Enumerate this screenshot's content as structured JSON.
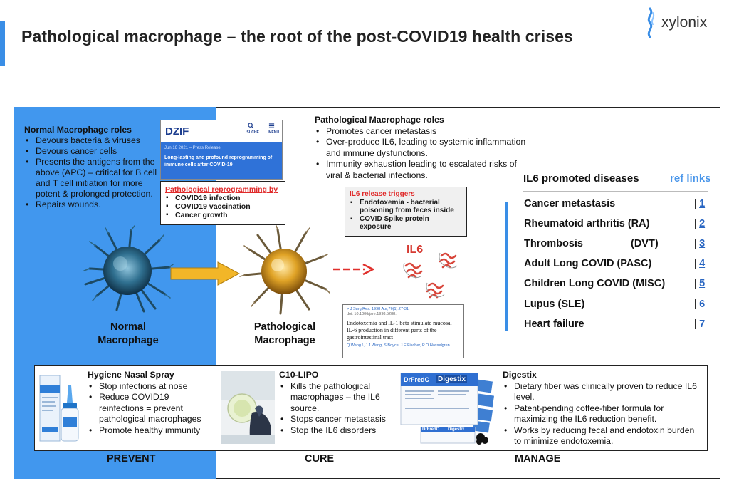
{
  "header": {
    "title": "Pathological macrophage – the root of the post-COVID19 health crises",
    "brand": "xylonix"
  },
  "normal_roles": {
    "heading": "Normal Macrophage roles",
    "items": [
      "Devours bacteria & viruses",
      "Devours cancer cells",
      "Presents the antigens from the above (APC) – critical for B cell and T cell initiation for more potent & prolonged protection.",
      "Repairs wounds."
    ]
  },
  "dzif": {
    "logo": "DZIF",
    "nav_search": "SUCHE",
    "nav_menu": "MENÜ",
    "date": "Jun 16 2021 – Press Release",
    "headline": "Long-lasting and profound reprogramming of immune cells after COVID-19"
  },
  "reprogramming": {
    "heading": "Pathological reprogramming by",
    "items": [
      "COVID19 infection",
      "COVID19 vaccination",
      "Cancer growth"
    ]
  },
  "macrophages": {
    "normal": "Normal Macrophage",
    "pathological": "Pathological Macrophage"
  },
  "patho_roles": {
    "heading": "Pathological Macrophage roles",
    "items": [
      "Promotes cancer metastasis",
      "Over-produce IL6, leading to systemic inflammation and immune dysfunctions.",
      "Immunity exhaustion leading to escalated risks of viral & bacterial infections."
    ]
  },
  "il6_triggers": {
    "heading": "IL6 release triggers",
    "items": [
      "Endotoxemia - bacterial poisoning from feces inside",
      "COVID Spike protein exposure"
    ]
  },
  "il6_label": "IL6",
  "paper": {
    "source": "> J Surg Res. 1998 Apr;76(1):27-31.",
    "doi": "doi: 10.1006/jsre.1998.5288.",
    "title": "Endotoxemia and IL-1 beta stimulate mucosal IL-6 production in different parts of the gastrointestinal tract",
    "authors": "Q Wang ¹, J J Wang, S Boyce, J E Fischer, P O Hasselgren"
  },
  "diseases": {
    "heading": "IL6 promoted diseases",
    "ref_heading": "ref links",
    "ref_separator": "|",
    "items": [
      {
        "name": "Cancer metastasis",
        "ref": "1"
      },
      {
        "name": "Rheumatoid arthritis (RA)",
        "ref": "2"
      },
      {
        "name": "Thrombosis",
        "tag": "(DVT)",
        "ref": "3"
      },
      {
        "name": "Adult Long COVID (PASC)",
        "ref": "4"
      },
      {
        "name": "Children Long COVID (MISC)",
        "ref": "5"
      },
      {
        "name": "Lupus (SLE)",
        "ref": "6"
      },
      {
        "name": "Heart failure",
        "ref": "7"
      }
    ]
  },
  "hygiene": {
    "heading": "Hygiene Nasal Spray",
    "items": [
      "Stop infections at nose",
      "Reduce COVID19 reinfections = prevent pathological macrophages",
      "Promote healthy immunity"
    ]
  },
  "c10": {
    "heading": "C10-LIPO",
    "items": [
      "Kills the pathological macrophages – the IL6 source.",
      "Stops cancer metastasis",
      "Stop the IL6 disorders"
    ]
  },
  "digestix": {
    "heading": "Digestix",
    "box_label_1": "DrFredC",
    "box_label_2": "Digestix",
    "items": [
      "Dietary fiber was clinically proven to reduce IL6 level.",
      "Patent-pending coffee-fiber formula for maximizing the IL6 reduction benefit.",
      "Works by reducing fecal and endotoxin burden to minimize endotoxemia."
    ]
  },
  "footer": {
    "prevent": "PREVENT",
    "cure": "CURE",
    "manage": "MANAGE"
  },
  "colors": {
    "blue_panel": "#4197ee",
    "accent": "#3a8ee6",
    "red": "#e02a2a",
    "link": "#2966c2"
  }
}
